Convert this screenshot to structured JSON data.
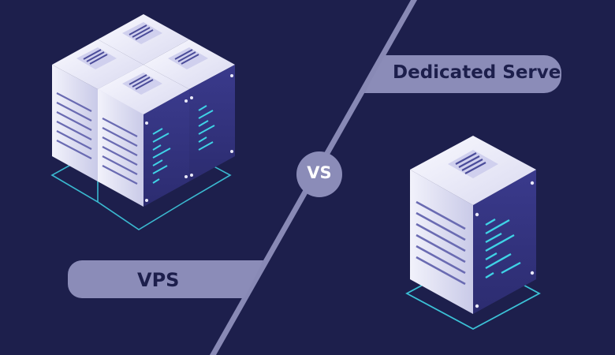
{
  "labels": {
    "vs": "VS",
    "dedicated": "Dedicated Server",
    "vps": "VPS"
  },
  "colors": {
    "background": "#1d1f4c",
    "divider": "#8889b5",
    "pill": "#8b8cb8",
    "server_light": "#e6e6f6",
    "server_shade": "#b7b8dc",
    "server_panel": "#3b3c8a",
    "led_accent": "#35c9dd"
  },
  "icons": [
    "server-rack-icon",
    "server-rack-icon"
  ]
}
